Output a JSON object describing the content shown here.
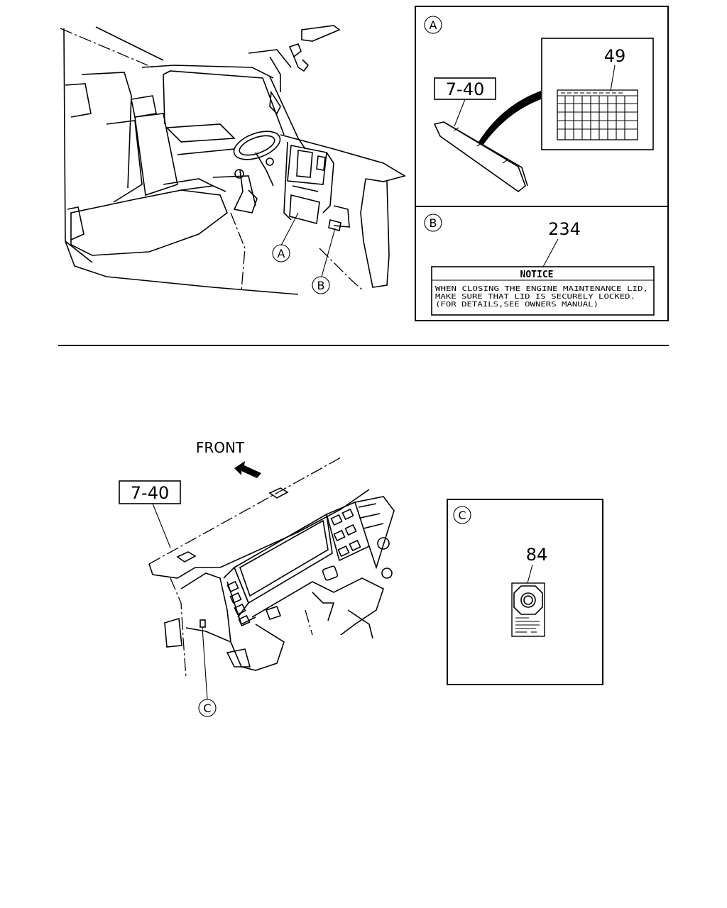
{
  "top_section": {
    "callout_a_letter": "A",
    "callout_b_letter": "B",
    "panel_a": {
      "letter": "A",
      "part_ref": "7-40",
      "part_number": "49"
    },
    "panel_b": {
      "letter": "B",
      "part_number": "234",
      "notice_title": "NOTICE",
      "notice_lines": [
        "WHEN CLOSING THE ENGINE MAINTENANCE LID,",
        "MAKE SURE THAT LID IS SECURELY LOCKED.",
        "(FOR DETAILS,SEE OWNERS MANUAL)"
      ]
    }
  },
  "bottom_section": {
    "front_label": "FRONT",
    "part_ref": "7-40",
    "callout_c_letter": "C",
    "panel_c": {
      "letter": "C",
      "part_number": "84"
    }
  }
}
